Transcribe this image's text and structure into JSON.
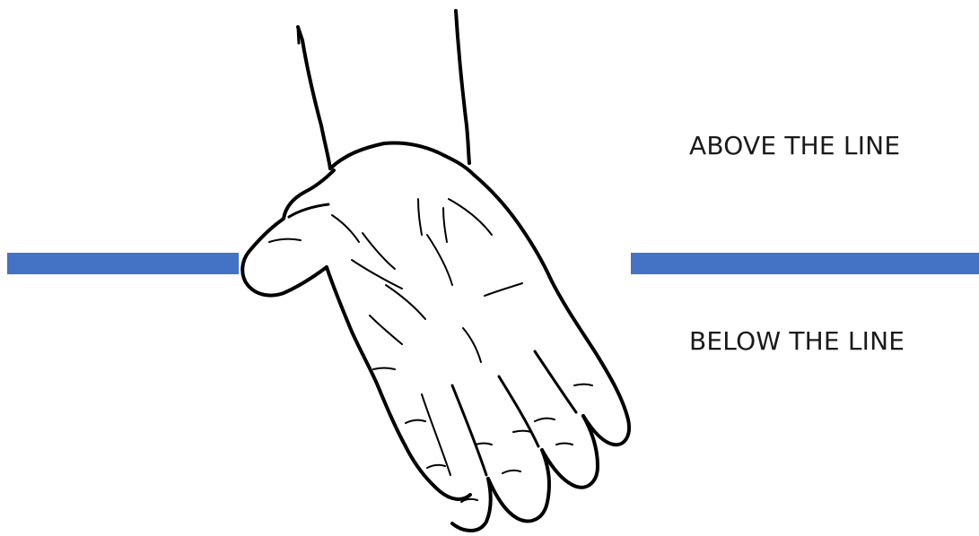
{
  "labels": {
    "above": "ABOVE THE LINE",
    "below": "BELOW THE LINE"
  },
  "colors": {
    "line": "#4472c4",
    "stroke": "#000000",
    "background": "#ffffff"
  },
  "icons": {
    "hand": "open-palm-hand-illustration"
  }
}
